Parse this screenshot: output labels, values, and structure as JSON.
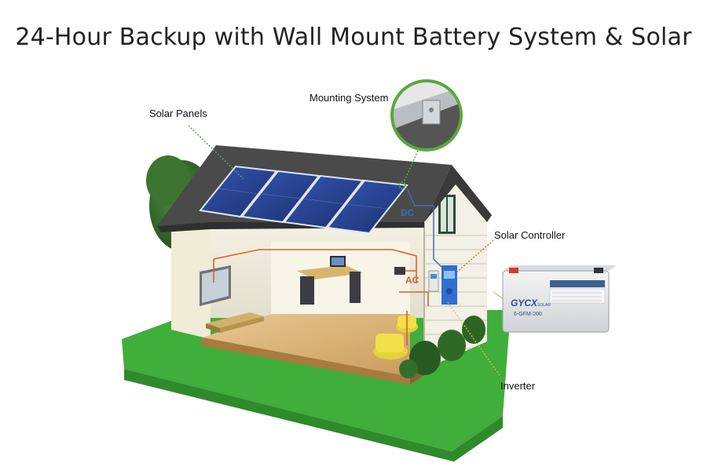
{
  "title": "24-Hour Backup with Wall Mount Battery System & Solar",
  "labels": {
    "solar_panels": "Solar Panels",
    "mounting_system": "Mounting System",
    "solar_controller": "Solar Controller",
    "inverter": "Inverter",
    "dc": "DC",
    "ac": "AC"
  },
  "battery": {
    "brand": "GYCX",
    "brand_suffix": "SOLAR",
    "model": "6-GFM-200"
  },
  "colors": {
    "grass": "#3fae3a",
    "roof": "#4a4a4a",
    "panel": "#24418f",
    "wire": "#d9612a",
    "callout_line": "#5aa83c"
  }
}
